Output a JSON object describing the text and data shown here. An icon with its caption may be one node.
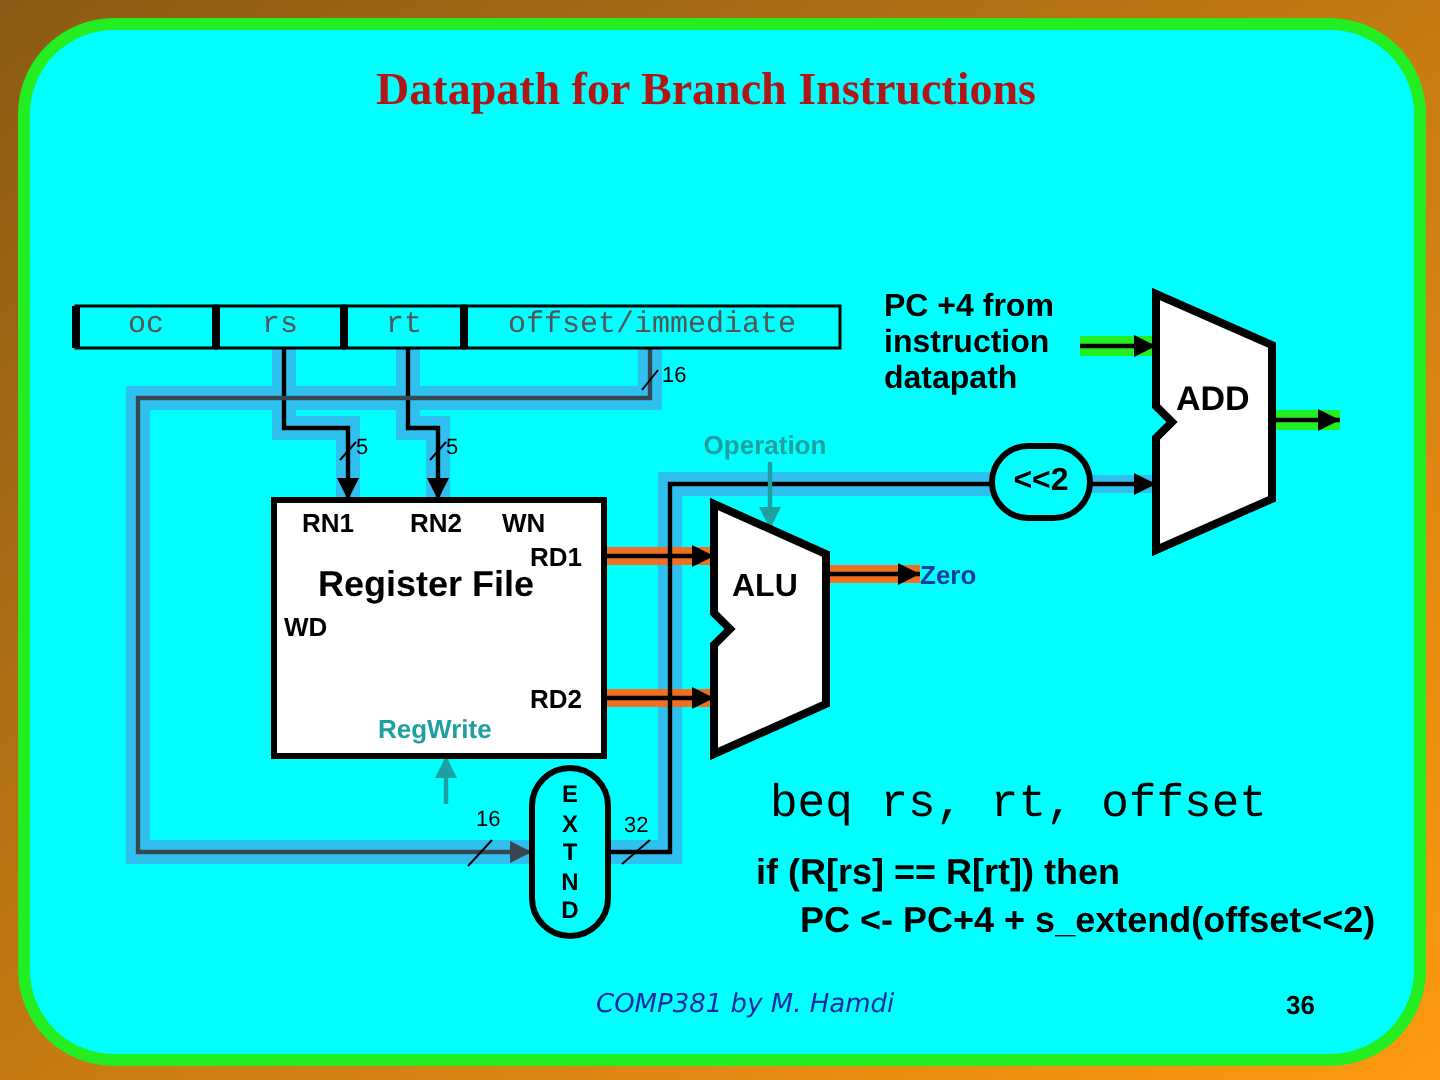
{
  "diagram": {
    "title": "Datapath for Branch Instructions",
    "nodes": [
      {
        "text": [
          "oc"
        ]
      },
      {
        "text": [
          "rs"
        ]
      },
      {
        "text": [
          "rt"
        ]
      },
      {
        "text": [
          "offset/immediate"
        ]
      },
      {
        "text": [
          "PC +4 from instruction datapath"
        ]
      },
      {
        "text": [
          "ADD"
        ]
      },
      {
        "text": [
          "<<2"
        ]
      },
      {
        "text": [
          "RN1",
          "RN2",
          "WN",
          "RD1",
          "Register File",
          "WD",
          "RD2",
          "RegWrite"
        ]
      },
      {
        "text": [
          "ALU"
        ]
      },
      {
        "text": [
          "EXTND"
        ]
      },
      {
        "text": [
          "Operation"
        ]
      },
      {
        "text": [
          "Zero"
        ]
      }
    ],
    "edges": [
      {
        "from": 1,
        "to": 7,
        "arrow": "to",
        "label": "5"
      },
      {
        "from": 2,
        "to": 7,
        "arrow": "to",
        "label": "5"
      },
      {
        "from": 3,
        "to": 9,
        "arrow": "to",
        "label": "16",
        "color": "#37474f"
      },
      {
        "from": 9,
        "to": 6,
        "arrow": "none",
        "label": "32"
      },
      {
        "from": 6,
        "to": 5,
        "arrow": "to"
      },
      {
        "from": 4,
        "to": 5,
        "arrow": "to"
      },
      {
        "from": 5,
        "to": null,
        "arrow": "to"
      },
      {
        "from": 7,
        "to": 8,
        "arrow": "to"
      },
      {
        "from": 7,
        "to": 8,
        "arrow": "to"
      },
      {
        "from": 8,
        "to": 11,
        "arrow": "to"
      },
      {
        "from": 10,
        "to": 8,
        "arrow": "to",
        "color": "#1fa0a0"
      },
      {
        "from": null,
        "to": 7,
        "arrow": "to",
        "color": "#1fa0a0"
      }
    ],
    "labels": [
      "16",
      "beq rs, rt, offset",
      "if (R[rs] == R[rt]) then",
      "PC <- PC+4 + s_extend(offset<<2)",
      "COMP381 by M. Hamdi",
      "36"
    ]
  }
}
